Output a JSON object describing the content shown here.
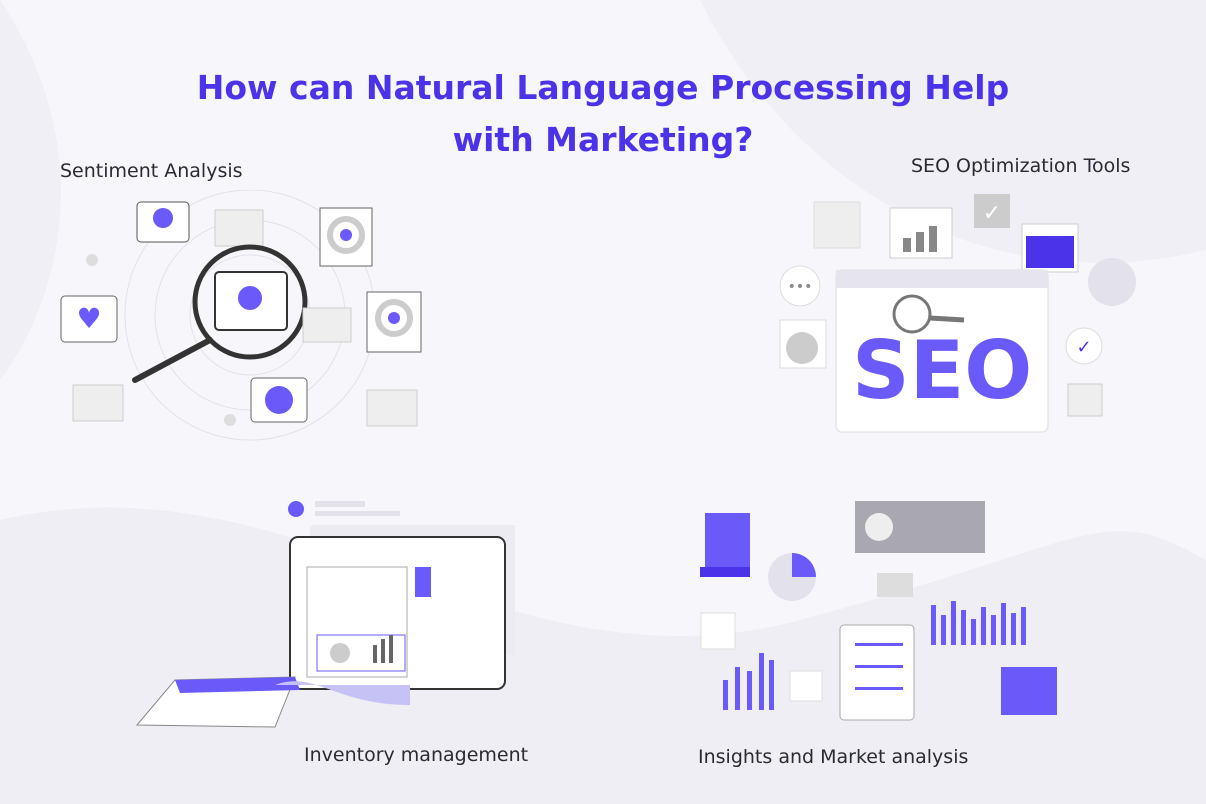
{
  "title": {
    "line1": "How can Natural Language Processing Help",
    "line2": "with Marketing?"
  },
  "sections": [
    {
      "label": "Sentiment Analysis",
      "icon": "magnifier-reviews-illustration"
    },
    {
      "label": "SEO Optimization Tools",
      "icon": "seo-browser-illustration",
      "art_text": "SEO"
    },
    {
      "label": "Inventory management",
      "icon": "spreadsheet-illustration"
    },
    {
      "label": "Insights and Market analysis",
      "icon": "analytics-dashboard-illustration"
    }
  ],
  "colors": {
    "accent": "#4a33e8",
    "illustration": "#6a5af9",
    "grey": "#c9c8d2",
    "background": "#f7f6fb"
  }
}
